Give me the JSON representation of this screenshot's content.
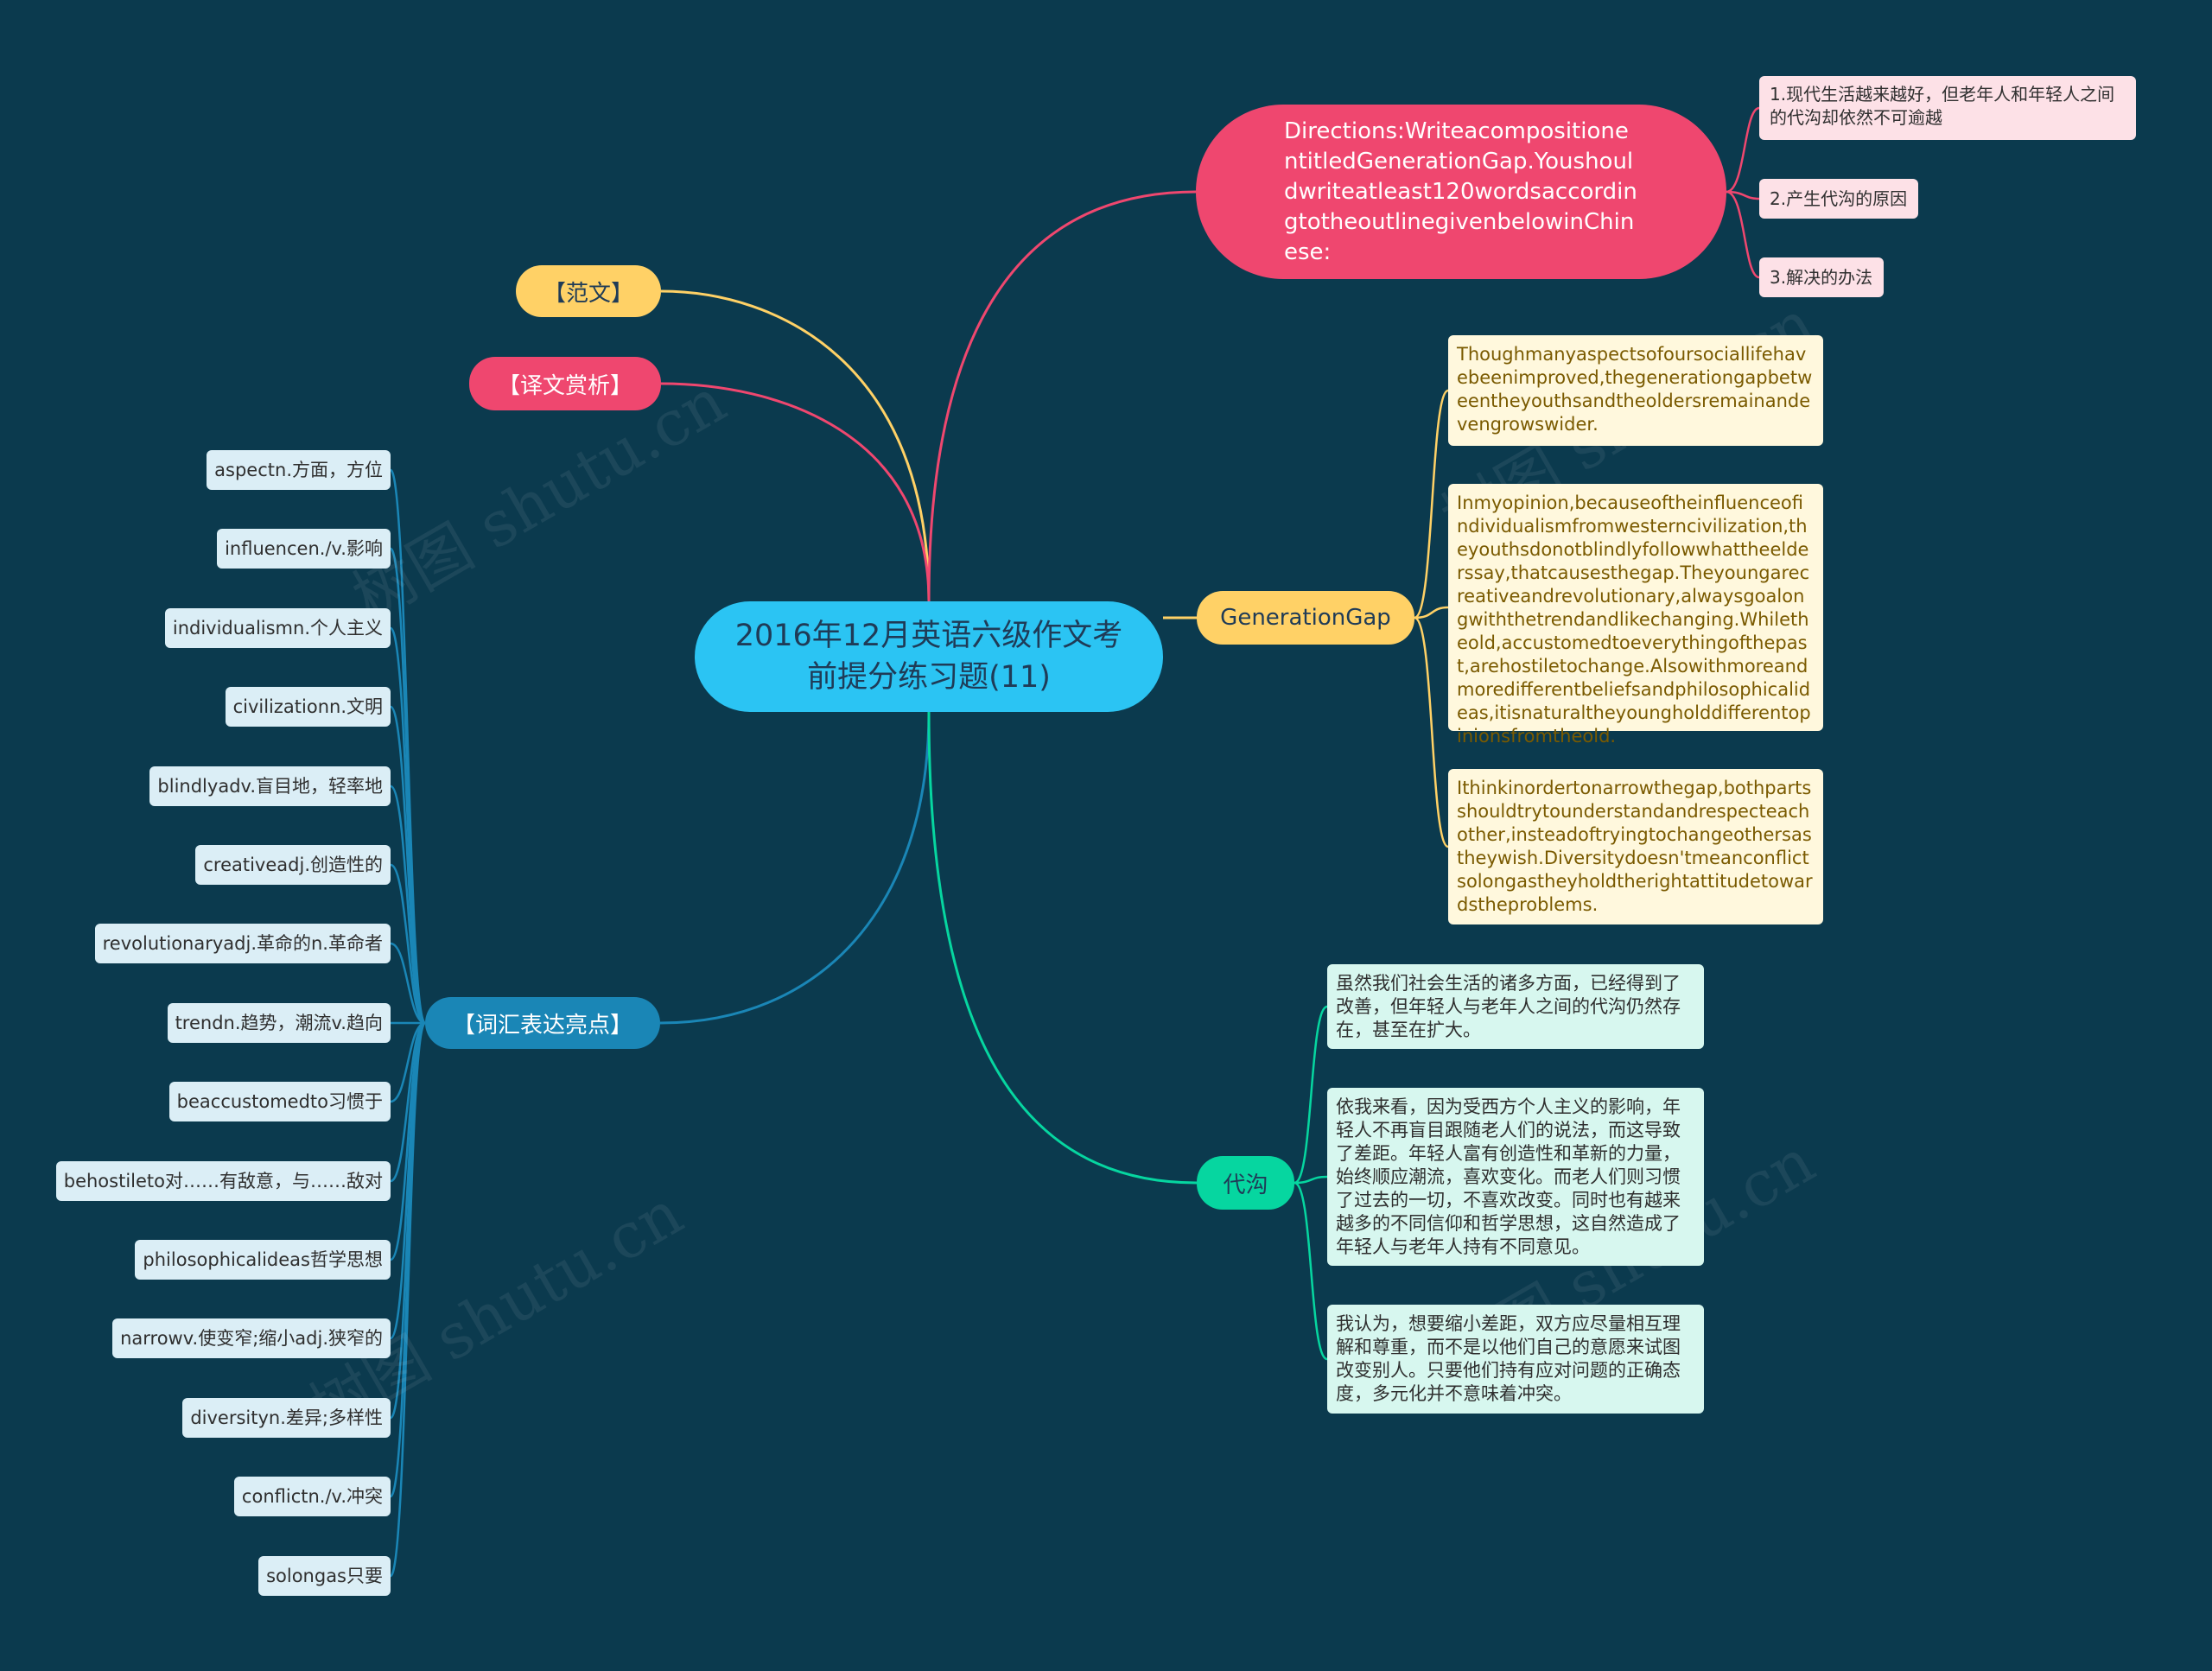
{
  "center": {
    "title": "2016年12月英语六级作文考前提分练习题(11)"
  },
  "branches": {
    "fanwen": "【范文】",
    "yiwen": "【译文赏析】",
    "cihui": "【词汇表达亮点】",
    "directions": "Directions:WriteacompositionentitledGenerationGap.Youshouldwriteatleast120wordsaccordingtotheoutlinegivenbelowinChinese:",
    "gengap": "GenerationGap",
    "daigou": "代沟"
  },
  "outline": [
    "1.现代生活越来越好，但老年人和年轻人之间的代沟却依然不可逾越",
    "2.产生代沟的原因",
    "3.解决的办法"
  ],
  "essay_en": [
    "Thoughmanyaspectsofoursociallifehavebeenimproved,thegenerationgapbetweentheyouthsandtheoldersremainandevengrowswider.",
    "Inmyopinion,becauseoftheinfluenceofindividualismfromwesterncivilization,theyouthsdonotblindlyfollowwhattheelderssay,thatcausesthegap.Theyoungarecreativeandrevolutionary,alwaysgoalongwiththetrendandlikechanging.Whiletheold,accustomedtoeverythingofthepast,arehostiletochange.Alsowithmoreandmoredifferentbeliefsandphilosophicalideas,itisnaturaltheyoungholddifferentopinionsfromtheold.",
    "Ithinkinordertonarrowthegap,bothpartsshouldtrytounderstandandrespecteachother,insteadoftryingtochangeothersastheywish.Diversitydoesn'tmeanconflictsolongastheyholdtherightattitudetowardstheproblems."
  ],
  "essay_cn": [
    "虽然我们社会生活的诸多方面，已经得到了改善，但年轻人与老年人之间的代沟仍然存在，甚至在扩大。",
    "依我来看，因为受西方个人主义的影响，年轻人不再盲目跟随老人们的说法，而这导致了差距。年轻人富有创造性和革新的力量，始终顺应潮流，喜欢变化。而老人们则习惯了过去的一切，不喜欢改变。同时也有越来越多的不同信仰和哲学思想，这自然造成了年轻人与老年人持有不同意见。",
    "我认为，想要缩小差距，双方应尽量相互理解和尊重，而不是以他们自己的意愿来试图改变别人。只要他们持有应对问题的正确态度，多元化并不意味着冲突。"
  ],
  "vocab": [
    "aspectn.方面，方位",
    "influencen./v.影响",
    "individualismn.个人主义",
    "civilizationn.文明",
    "blindlyadv.盲目地，轻率地",
    "creativeadj.创造性的",
    "revolutionaryadj.革命的n.革命者",
    "trendn.趋势，潮流v.趋向",
    "beaccustomedto习惯于",
    "behostileto对……有敌意，与……敌对",
    "philosophicalideas哲学思想",
    "narrowv.使变窄;缩小adj.狭窄的",
    "diversityn.差异;多样性",
    "conflictn./v.冲突",
    "solongas只要"
  ],
  "watermark": "树图 shutu.cn",
  "colors": {
    "background": "#0b3a4e",
    "center": "#2bc4f3",
    "yellow": "#ffd166",
    "pink": "#ef476f",
    "blue": "#1a86b6",
    "green": "#06d6a0"
  }
}
